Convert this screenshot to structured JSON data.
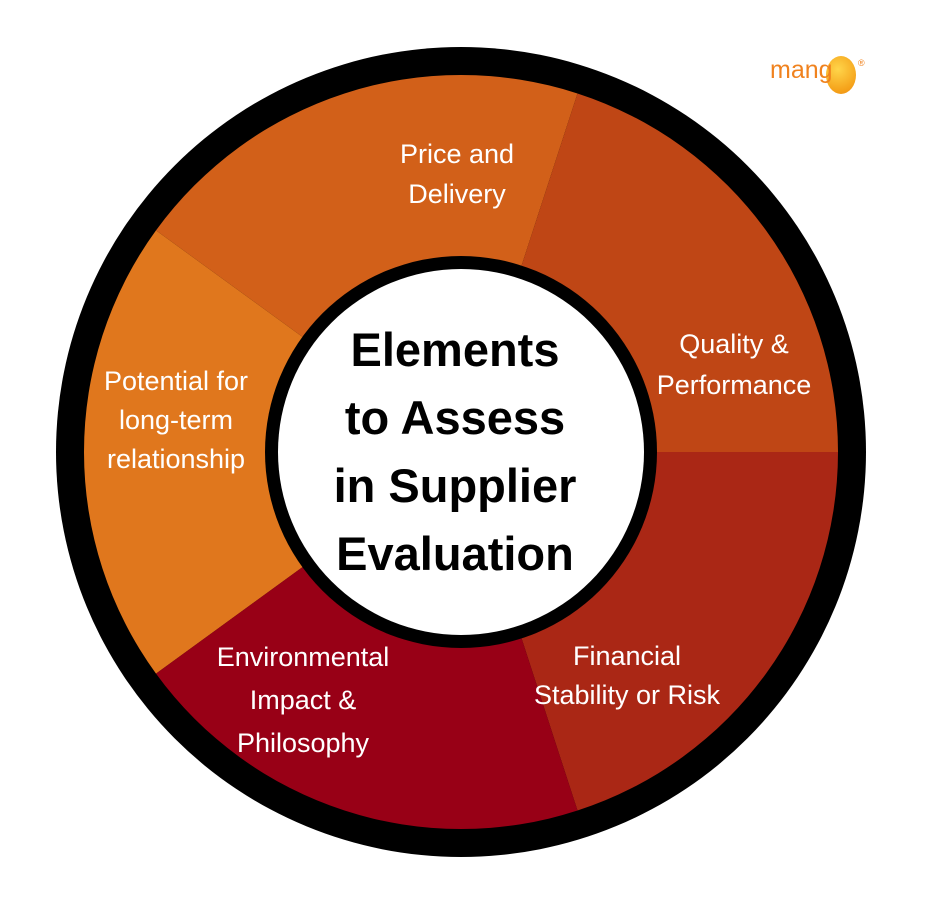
{
  "diagram": {
    "center_title": [
      "Elements",
      "to Assess",
      "in Supplier",
      "Evaluation"
    ],
    "segments": [
      {
        "id": "price-delivery",
        "lines": [
          "Price and",
          "Delivery"
        ],
        "color": "#e0771d"
      },
      {
        "id": "quality-performance",
        "lines": [
          "Quality &",
          "Performance"
        ],
        "color": "#d26019"
      },
      {
        "id": "financial-stability",
        "lines": [
          "Financial",
          "Stability or Risk"
        ],
        "color": "#bf4615"
      },
      {
        "id": "environmental-impact",
        "lines": [
          "Environmental",
          "Impact &",
          "Philosophy"
        ],
        "color": "#aa2715"
      },
      {
        "id": "long-term-relationship",
        "lines": [
          "Potential for",
          "long-term",
          "relationship"
        ],
        "color": "#980016"
      }
    ],
    "ring_color": "#000000",
    "center_color": "#ffffff"
  },
  "logo": {
    "text": "mang",
    "accent": "#f0821e",
    "mark": "®"
  }
}
